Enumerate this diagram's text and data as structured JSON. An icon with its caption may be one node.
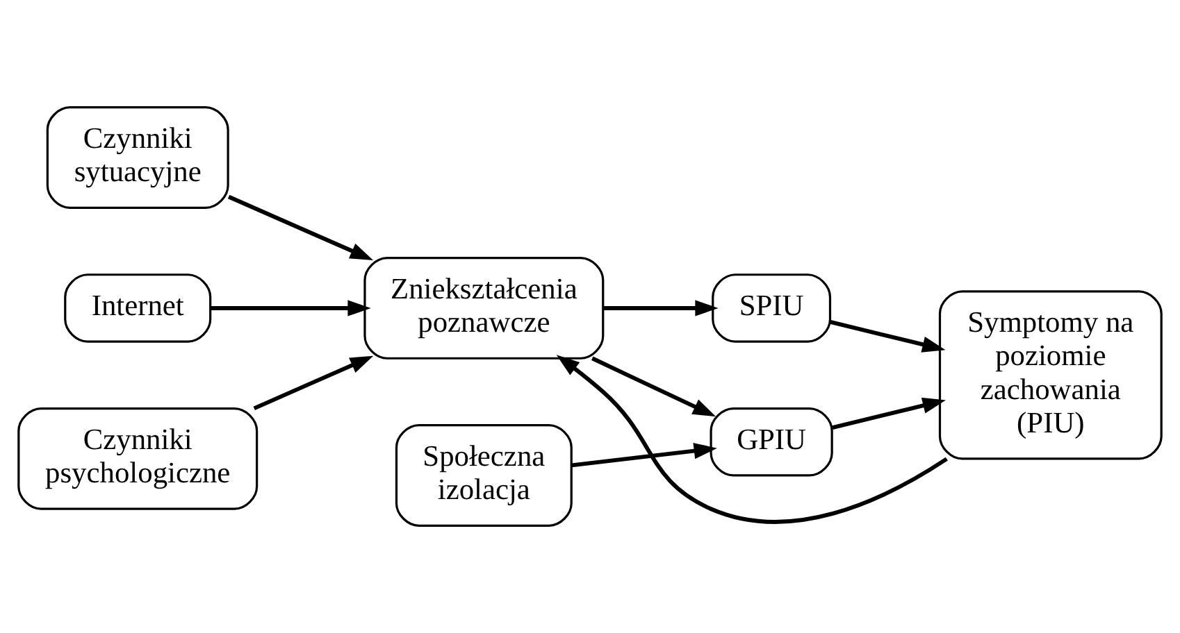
{
  "diagram": {
    "nodes": [
      {
        "text": [
          "Czynniki sytuacyjne"
        ]
      },
      {
        "text": [
          "Internet"
        ]
      },
      {
        "text": [
          "Czynniki psychologiczne"
        ]
      },
      {
        "text": [
          "Zniekształcenia poznawcze"
        ]
      },
      {
        "text": [
          "SPIU"
        ]
      },
      {
        "text": [
          "GPIU"
        ]
      },
      {
        "text": [
          "Symptomy na poziomie zachowania (PIU)"
        ]
      },
      {
        "text": [
          "Społeczna izolacja"
        ]
      }
    ],
    "edges": [
      {
        "from": 0,
        "to": 3,
        "arrow": "to"
      },
      {
        "from": 1,
        "to": 3,
        "arrow": "to"
      },
      {
        "from": 2,
        "to": 3,
        "arrow": "to"
      },
      {
        "from": 3,
        "to": 4,
        "arrow": "to"
      },
      {
        "from": 3,
        "to": 5,
        "arrow": "to"
      },
      {
        "from": 4,
        "to": 6,
        "arrow": "to"
      },
      {
        "from": 5,
        "to": 6,
        "arrow": "to"
      },
      {
        "from": 6,
        "to": 3,
        "arrow": "to"
      },
      {
        "from": 7,
        "to": 5,
        "arrow": "to"
      }
    ]
  }
}
